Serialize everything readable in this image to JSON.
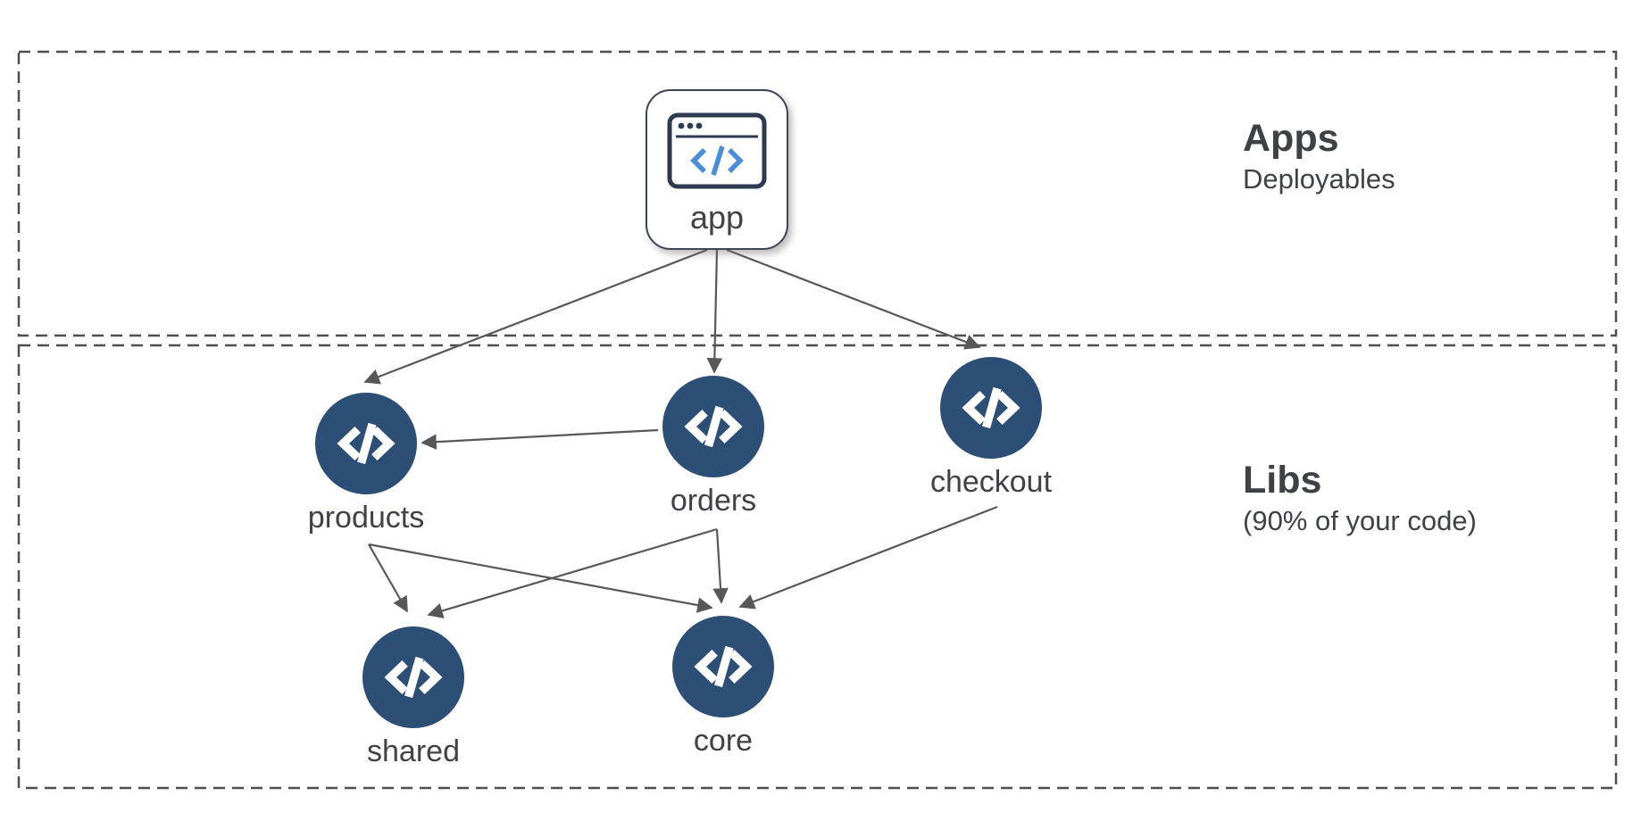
{
  "regions": {
    "apps": {
      "title": "Apps",
      "subtitle": "Deployables"
    },
    "libs": {
      "title": "Libs",
      "subtitle": "(90% of your code)"
    }
  },
  "nodes": {
    "app": {
      "label": "app",
      "kind": "application",
      "icon": "browser-code-icon"
    },
    "products": {
      "label": "products",
      "kind": "library",
      "icon": "code-icon"
    },
    "orders": {
      "label": "orders",
      "kind": "library",
      "icon": "code-icon"
    },
    "checkout": {
      "label": "checkout",
      "kind": "library",
      "icon": "code-icon"
    },
    "shared": {
      "label": "shared",
      "kind": "library",
      "icon": "code-icon"
    },
    "core": {
      "label": "core",
      "kind": "library",
      "icon": "code-icon"
    }
  },
  "edges": [
    {
      "from": "app",
      "to": "products"
    },
    {
      "from": "app",
      "to": "orders"
    },
    {
      "from": "app",
      "to": "checkout"
    },
    {
      "from": "orders",
      "to": "products"
    },
    {
      "from": "products",
      "to": "shared"
    },
    {
      "from": "products",
      "to": "core"
    },
    {
      "from": "orders",
      "to": "shared"
    },
    {
      "from": "orders",
      "to": "core"
    },
    {
      "from": "checkout",
      "to": "core"
    }
  ],
  "colors": {
    "node_fill": "#2d4e75",
    "node_icon": "#ffffff",
    "edge": "#58585a",
    "region_border": "#4f4f4f",
    "heading_text": "#3e4145",
    "label_text": "#414147",
    "app_icon_frame": "#2d3950",
    "app_icon_code": "#4a8ed8",
    "background": "#ffffff"
  }
}
